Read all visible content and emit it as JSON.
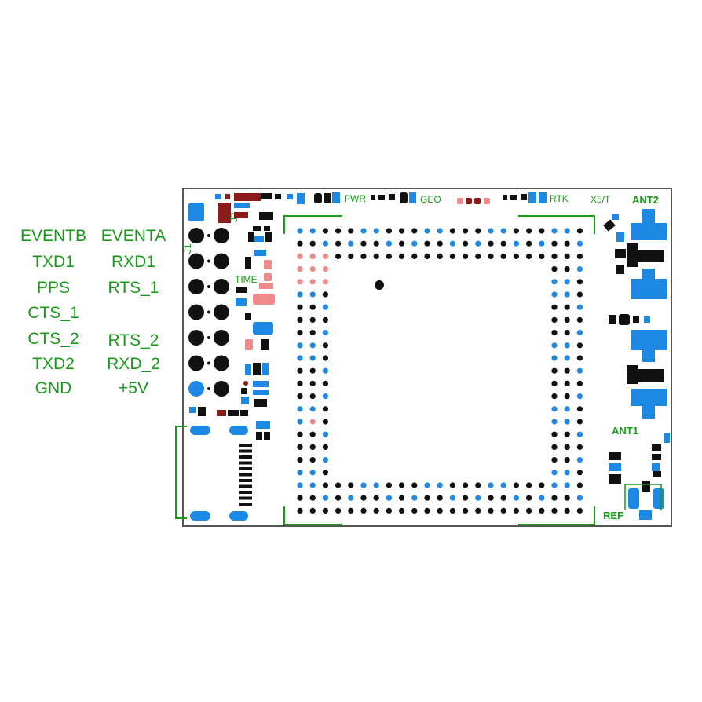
{
  "pin_labels_left": [
    "EVENTB",
    "TXD1",
    "PPS",
    "CTS_1",
    "CTS_2",
    "TXD2",
    "GND"
  ],
  "pin_labels_right": [
    "EVENTA",
    "RXD1",
    "RTS_1",
    "",
    "RTS_2",
    "RXD_2",
    "+5V"
  ],
  "silkscreen": {
    "pwr": "PWR",
    "geo": "GEO",
    "rtk": "RTK",
    "model": "X5/T",
    "ant2": "ANT2",
    "ant1": "ANT1",
    "ref": "REF",
    "time": "TIME",
    "j1": "J1",
    "j2": "J2"
  },
  "colors": {
    "silkscreen": "#1a9a1a",
    "pad_blue": "#1e88e5",
    "pad_black": "#111111",
    "pad_pink": "#f08a8a",
    "pad_darkred": "#8b1a1a",
    "outline": "#555555"
  }
}
